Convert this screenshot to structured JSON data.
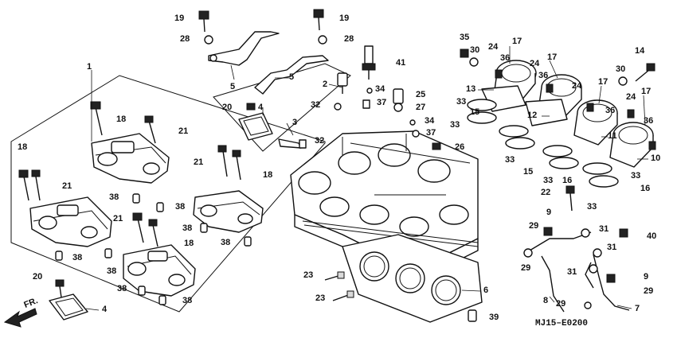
{
  "diagram": {
    "code": "MJ15–E0200",
    "direction": "FR."
  },
  "callouts": [
    "1",
    "2",
    "3",
    "4",
    "5",
    "6",
    "7",
    "8",
    "9",
    "10",
    "11",
    "12",
    "13",
    "14",
    "15",
    "16",
    "17",
    "18",
    "19",
    "20",
    "21",
    "22",
    "23",
    "24",
    "25",
    "26",
    "27",
    "28",
    "29",
    "30",
    "31",
    "32",
    "33",
    "34",
    "35",
    "36",
    "37",
    "38",
    "39",
    "40",
    "41"
  ]
}
